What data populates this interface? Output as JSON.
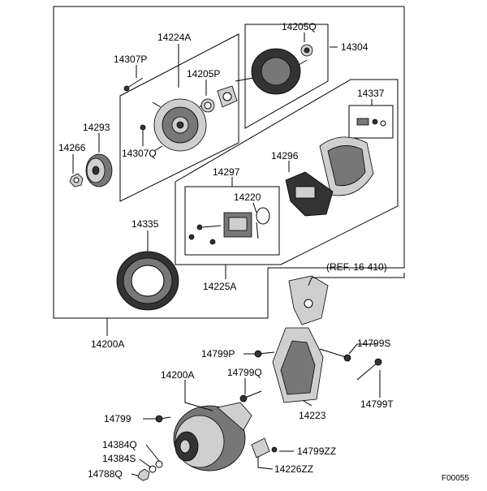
{
  "diagram": {
    "labels": {
      "p14224A": "14224A",
      "p14205Q": "14205Q",
      "p14304": "14304",
      "p14307P": "14307P",
      "p14205P": "14205P",
      "p14337": "14337",
      "p14293": "14293",
      "p14266": "14266",
      "p14307Q": "14307Q",
      "p14296": "14296",
      "p14297": "14297",
      "p14220": "14220",
      "p14335": "14335",
      "p14225A": "14225A",
      "ref": "(REF. 16-410)",
      "p14200A_top": "14200A",
      "p14799P": "14799P",
      "p14799S": "14799S",
      "p14200A_bottom": "14200A",
      "p14799Q": "14799Q",
      "p14799T": "14799T",
      "p14799": "14799",
      "p14223": "14223",
      "p14384Q": "14384Q",
      "p14384S": "14384S",
      "p14788Q": "14788Q",
      "p14799ZZ": "14799ZZ",
      "p14226ZZ": "14226ZZ",
      "figure_code": "F00055"
    },
    "colors": {
      "line": "#000000",
      "part_dark": "#333333",
      "part_mid": "#777777",
      "part_light": "#cfcfcf",
      "background": "#ffffff"
    }
  }
}
